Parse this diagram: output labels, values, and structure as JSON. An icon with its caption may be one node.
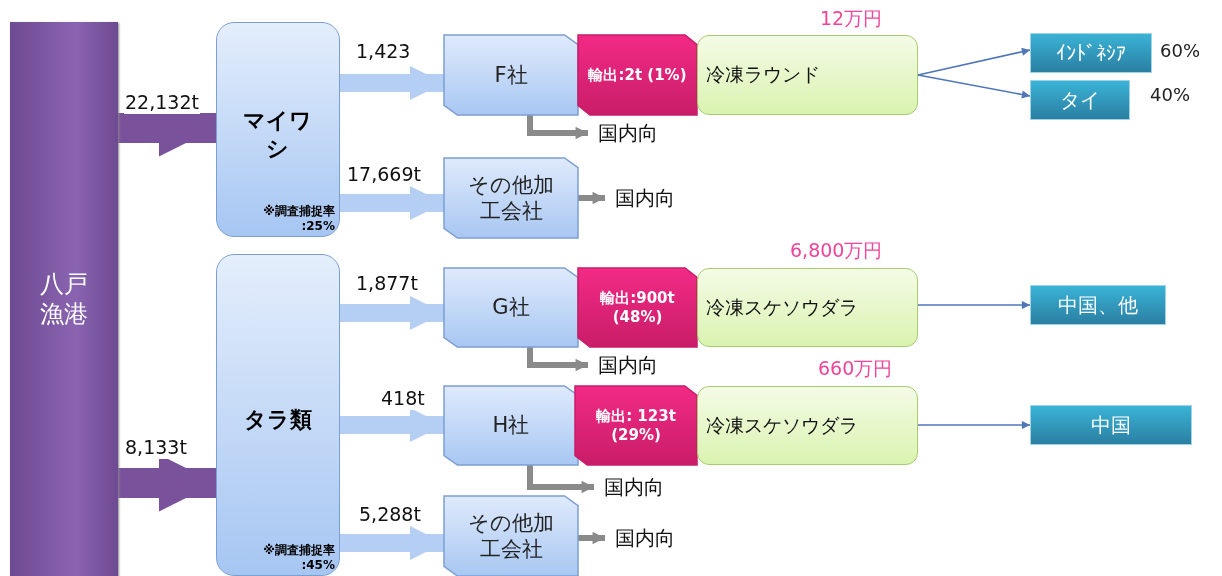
{
  "diagram": {
    "nodes": [
      {
        "text": [
          "八戸漁港"
        ]
      },
      {
        "text": [
          "マイワシ",
          "※調査捕捉率 :25%"
        ]
      },
      {
        "text": [
          "タラ類",
          "※調査捕捉率 :45%"
        ]
      },
      {
        "text": [
          "F社"
        ]
      },
      {
        "text": [
          "輸出:2t (1%)"
        ]
      },
      {
        "text": [
          "冷凍ラウンド"
        ],
        "beside": [
          "12万円"
        ]
      },
      {
        "text": [
          "国内向"
        ]
      },
      {
        "text": [
          "その他加工会社"
        ]
      },
      {
        "text": [
          "国内向"
        ]
      },
      {
        "text": [
          "G社"
        ]
      },
      {
        "text": [
          "輸出:900t (48%)"
        ]
      },
      {
        "text": [
          "冷凍スケソウダラ"
        ],
        "beside": [
          "6,800万円"
        ]
      },
      {
        "text": [
          "国内向"
        ]
      },
      {
        "text": [
          "H社"
        ]
      },
      {
        "text": [
          "輸出: 123t (29%)"
        ]
      },
      {
        "text": [
          "冷凍スケソウダラ"
        ],
        "beside": [
          "660万円"
        ]
      },
      {
        "text": [
          "国内向"
        ]
      },
      {
        "text": [
          "その他加工会社"
        ]
      },
      {
        "text": [
          "国内向"
        ]
      },
      {
        "text": [
          "ｲﾝﾄﾞﾈｼｱ"
        ],
        "beside": [
          "60%"
        ]
      },
      {
        "text": [
          "タイ"
        ],
        "beside": [
          "40%"
        ]
      },
      {
        "text": [
          "中国、他"
        ]
      },
      {
        "text": [
          "中国"
        ]
      }
    ],
    "edges": [
      {
        "from": 0,
        "to": 1,
        "arrow": "to",
        "label": "22,132t",
        "style": "thick",
        "color": "#7a529c"
      },
      {
        "from": 0,
        "to": 2,
        "arrow": "to",
        "label": "8,133t",
        "style": "thick",
        "color": "#7a529c"
      },
      {
        "from": 1,
        "to": 3,
        "arrow": "to",
        "label": "1,423",
        "style": "thick",
        "color": "#b4cff3"
      },
      {
        "from": 1,
        "to": 7,
        "arrow": "to",
        "label": "17,669t",
        "style": "thick",
        "color": "#b4cff3"
      },
      {
        "from": 2,
        "to": 9,
        "arrow": "to",
        "label": "1,877t",
        "style": "thick",
        "color": "#b4cff3"
      },
      {
        "from": 2,
        "to": 13,
        "arrow": "to",
        "label": "418t",
        "style": "thick",
        "color": "#b4cff3"
      },
      {
        "from": 2,
        "to": 17,
        "arrow": "to",
        "label": "5,288t",
        "style": "thick",
        "color": "#b4cff3"
      },
      {
        "from": 3,
        "to": 6,
        "arrow": "to",
        "color": "#8a8a8a"
      },
      {
        "from": 7,
        "to": 8,
        "arrow": "to",
        "color": "#8a8a8a"
      },
      {
        "from": 9,
        "to": 12,
        "arrow": "to",
        "color": "#8a8a8a"
      },
      {
        "from": 13,
        "to": 16,
        "arrow": "to",
        "color": "#8a8a8a"
      },
      {
        "from": 17,
        "to": 18,
        "arrow": "to",
        "color": "#8a8a8a"
      },
      {
        "from": 5,
        "to": 19,
        "arrow": "to",
        "color": "#4f77b8"
      },
      {
        "from": 5,
        "to": 20,
        "arrow": "to",
        "color": "#4f77b8"
      },
      {
        "from": 11,
        "to": 21,
        "arrow": "to",
        "color": "#4f77b8"
      },
      {
        "from": 15,
        "to": 22,
        "arrow": "to",
        "color": "#4f77b8"
      }
    ]
  }
}
